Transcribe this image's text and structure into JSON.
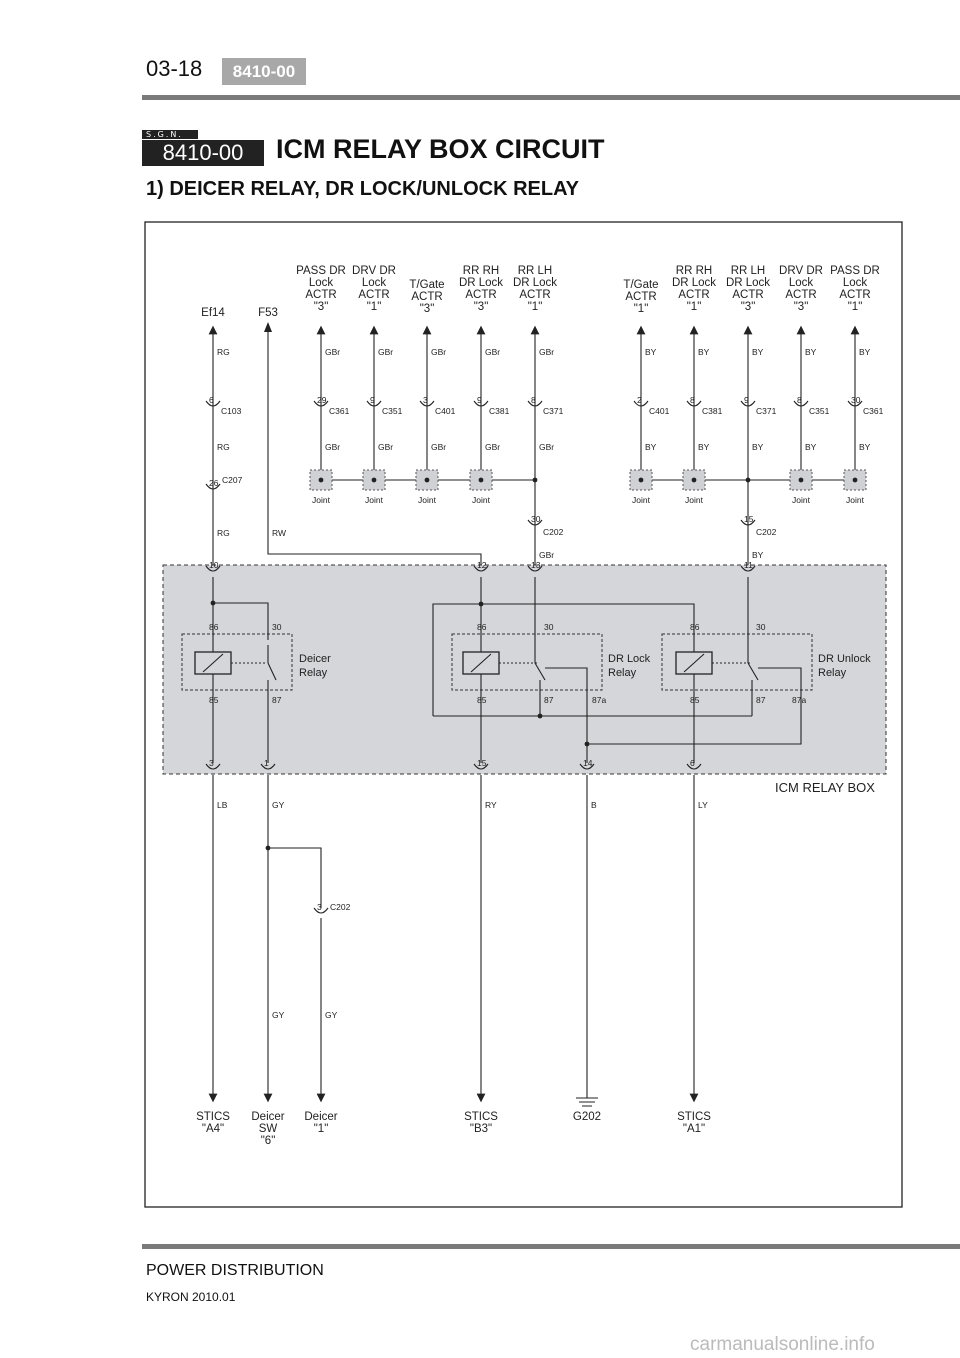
{
  "header": {
    "page_number": "03-18",
    "badge": "8410-00"
  },
  "section": {
    "sgn": "S.G.N.",
    "code": "8410-00",
    "title": "ICM RELAY BOX CIRCUIT",
    "subtitle": "1) DEICER RELAY, DR LOCK/UNLOCK RELAY"
  },
  "diagram": {
    "top_sources": [
      {
        "lines": [
          "Ef14"
        ]
      },
      {
        "lines": [
          "F53"
        ]
      },
      {
        "lines": [
          "PASS DR",
          "Lock",
          "ACTR",
          "\"3\""
        ]
      },
      {
        "lines": [
          "DRV DR",
          "Lock",
          "ACTR",
          "\"1\""
        ]
      },
      {
        "lines": [
          "T/Gate",
          "ACTR",
          "\"3\""
        ]
      },
      {
        "lines": [
          "RR RH",
          "DR Lock",
          "ACTR",
          "\"3\""
        ]
      },
      {
        "lines": [
          "RR LH",
          "DR Lock",
          "ACTR",
          "\"1\""
        ]
      },
      {
        "lines": [
          "T/Gate",
          "ACTR",
          "\"1\""
        ]
      },
      {
        "lines": [
          "RR RH",
          "DR Lock",
          "ACTR",
          "\"1\""
        ]
      },
      {
        "lines": [
          "RR LH",
          "DR Lock",
          "ACTR",
          "\"3\""
        ]
      },
      {
        "lines": [
          "DRV DR",
          "Lock",
          "ACTR",
          "\"3\""
        ]
      },
      {
        "lines": [
          "PASS DR",
          "Lock",
          "ACTR",
          "\"1\""
        ]
      }
    ],
    "top_wire_colors": [
      "RG",
      "GBr",
      "GBr",
      "GBr",
      "GBr",
      "GBr",
      "BY",
      "BY",
      "BY",
      "BY",
      "BY"
    ],
    "connectors_row1": [
      {
        "pin": "6",
        "name": "C103"
      },
      {
        "pin": "29",
        "name": "C361"
      },
      {
        "pin": "9",
        "name": "C351"
      },
      {
        "pin": "3",
        "name": "C401"
      },
      {
        "pin": "9",
        "name": "C381"
      },
      {
        "pin": "8",
        "name": "C371"
      },
      {
        "pin": "2",
        "name": "C401"
      },
      {
        "pin": "8",
        "name": "C381"
      },
      {
        "pin": "9",
        "name": "C371"
      },
      {
        "pin": "8",
        "name": "C351"
      },
      {
        "pin": "30",
        "name": "C361"
      }
    ],
    "mid_wire_colors": [
      "RG",
      "GBr",
      "GBr",
      "GBr",
      "GBr",
      "GBr",
      "BY",
      "BY",
      "BY",
      "BY",
      "BY"
    ],
    "joint_label": "Joint",
    "c207": {
      "pin": "26",
      "name": "C207"
    },
    "low_wire_colors": [
      "RG",
      "RW"
    ],
    "c202_left": {
      "pin": "30",
      "name": "C202",
      "color": "GBr"
    },
    "c202_right": {
      "pin": "15",
      "name": "C202",
      "color": "BY"
    },
    "box_pins_top": [
      "10",
      "12",
      "13",
      "11"
    ],
    "relays": [
      {
        "lines": [
          "Deicer",
          "Relay"
        ],
        "pins": [
          "86",
          "30",
          "85",
          "87"
        ]
      },
      {
        "lines": [
          "DR Lock",
          "Relay"
        ],
        "pins": [
          "86",
          "30",
          "85",
          "87",
          "87a"
        ]
      },
      {
        "lines": [
          "DR Unlock",
          "Relay"
        ],
        "pins": [
          "86",
          "30",
          "85",
          "87",
          "87a"
        ]
      }
    ],
    "box_pins_bottom": [
      "3",
      "1",
      "15",
      "14",
      "6"
    ],
    "box_label": "ICM RELAY BOX",
    "bottom_wire_colors": [
      "LB",
      "GY",
      "RY",
      "B",
      "LY"
    ],
    "c202_bottom": {
      "pin": "3",
      "name": "C202"
    },
    "lower_wire_colors": [
      "GY",
      "GY"
    ],
    "bottom_dest": [
      {
        "lines": [
          "STICS",
          "\"A4\""
        ]
      },
      {
        "lines": [
          "Deicer",
          "SW",
          "\"6\""
        ]
      },
      {
        "lines": [
          "Deicer",
          "\"1\""
        ]
      },
      {
        "lines": [
          "STICS",
          "\"B3\""
        ]
      },
      {
        "lines": [
          "G202"
        ]
      },
      {
        "lines": [
          "STICS",
          "\"A1\""
        ]
      }
    ]
  },
  "footer": {
    "section": "POWER DISTRIBUTION",
    "model": "KYRON 2010.01",
    "watermark": "carmanualsonline.info"
  }
}
